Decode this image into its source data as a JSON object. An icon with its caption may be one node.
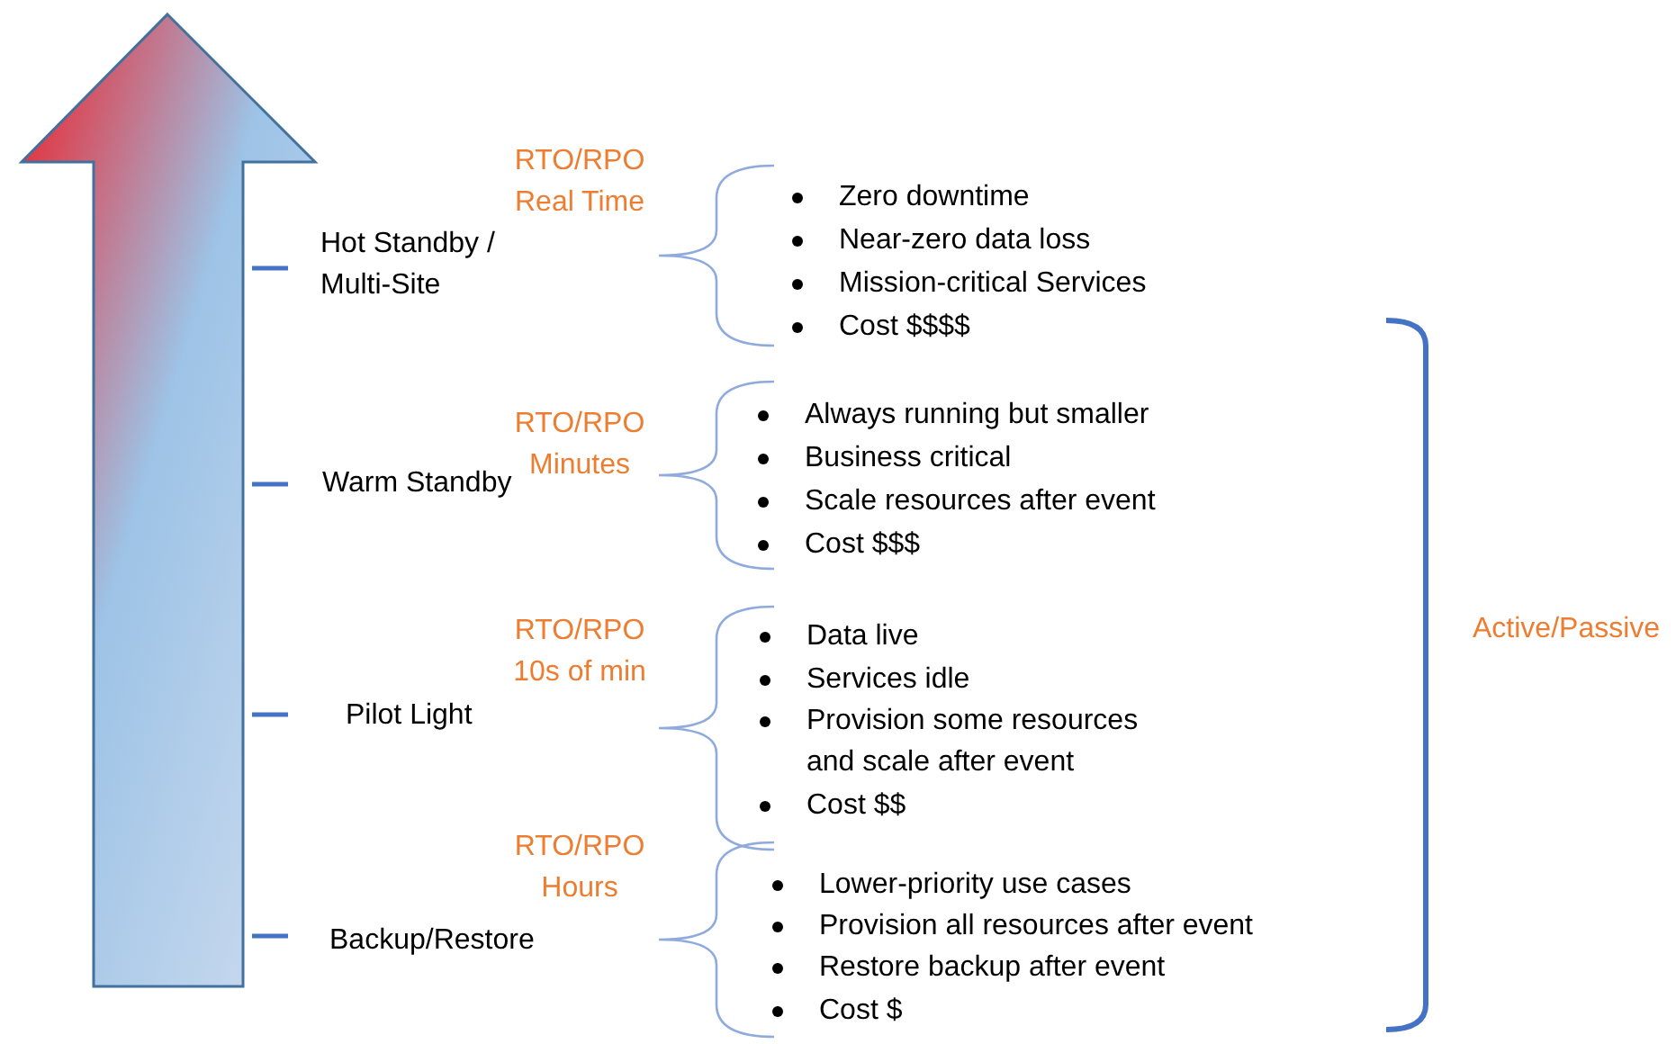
{
  "diagram": {
    "labels": [
      "RTO/RPO Real Time",
      "Hot Standby / Multi-Site",
      "Zero downtime",
      "Near-zero data loss",
      "Mission-critical Services",
      "Cost $$$$",
      "RTO/RPO Minutes",
      "Warm Standby",
      "Always running but smaller",
      "Business critical",
      "Scale resources after event",
      "Cost $$$",
      "RTO/RPO 10s of min",
      "Pilot Light",
      "Data live",
      "Services idle",
      "Provision some resources and scale after event",
      "Cost $$",
      "RTO/RPO Hours",
      "Backup/Restore",
      "Lower-priority use cases",
      "Provision all resources after event",
      "Restore backup after event",
      "Cost $",
      "Active/Passive"
    ]
  }
}
